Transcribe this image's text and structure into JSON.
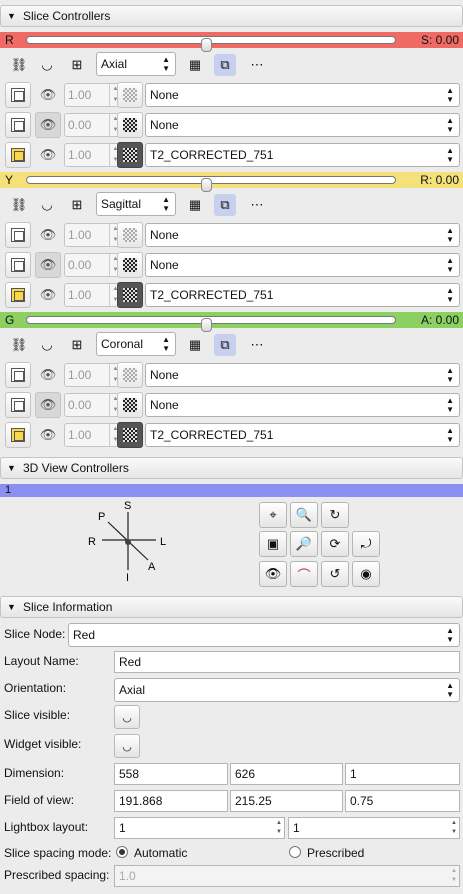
{
  "slice_controllers": {
    "title": "Slice Controllers",
    "views": [
      {
        "letter": "R",
        "offset_label": "S: 0.00",
        "color": "#ef6a63",
        "orientation": "Axial",
        "slider_position": 0.5,
        "layers": [
          {
            "opacity": "1.00",
            "volume": "None"
          },
          {
            "opacity": "0.00",
            "volume": "None"
          },
          {
            "opacity": "1.00",
            "volume": "T2_CORRECTED_751"
          }
        ]
      },
      {
        "letter": "Y",
        "offset_label": "R: 0.00",
        "color": "#f4e17a",
        "orientation": "Sagittal",
        "slider_position": 0.5,
        "layers": [
          {
            "opacity": "1.00",
            "volume": "None"
          },
          {
            "opacity": "0.00",
            "volume": "None"
          },
          {
            "opacity": "1.00",
            "volume": "T2_CORRECTED_751"
          }
        ]
      },
      {
        "letter": "G",
        "offset_label": "A: 0.00",
        "color": "#8bd060",
        "orientation": "Coronal",
        "slider_position": 0.5,
        "layers": [
          {
            "opacity": "1.00",
            "volume": "None"
          },
          {
            "opacity": "0.00",
            "volume": "None"
          },
          {
            "opacity": "1.00",
            "volume": "T2_CORRECTED_751"
          }
        ]
      }
    ],
    "icons": {
      "link": "link-icon",
      "eye_closed": "eye-closed-icon",
      "sliceplane": "slice-plane-icon",
      "layout": "grid-layout-icon",
      "lightbox": "lightbox-icon",
      "more": "more-icon"
    }
  },
  "view3d": {
    "title": "3D View Controllers",
    "bar_number": "1",
    "bar_color": "#8a8ff0",
    "axes": {
      "S": "S",
      "I": "I",
      "L": "L",
      "R": "R",
      "P": "P",
      "A": "A"
    }
  },
  "slice_info": {
    "title": "Slice Information",
    "slice_node_label": "Slice Node:",
    "slice_node": "Red",
    "layout_name_label": "Layout Name:",
    "layout_name": "Red",
    "orientation_label": "Orientation:",
    "orientation": "Axial",
    "slice_visible_label": "Slice visible:",
    "widget_visible_label": "Widget visible:",
    "dimension_label": "Dimension:",
    "dimension": [
      "558",
      "626",
      "1"
    ],
    "fov_label": "Field of view:",
    "fov": [
      "191.868",
      "215.25",
      "0.75"
    ],
    "lightbox_label": "Lightbox layout:",
    "lightbox": [
      "1",
      "1"
    ],
    "spacing_mode_label": "Slice spacing mode:",
    "spacing_automatic": "Automatic",
    "spacing_prescribed": "Prescribed",
    "prescribed_spacing_label": "Prescribed spacing:",
    "prescribed_spacing": "1.0"
  }
}
